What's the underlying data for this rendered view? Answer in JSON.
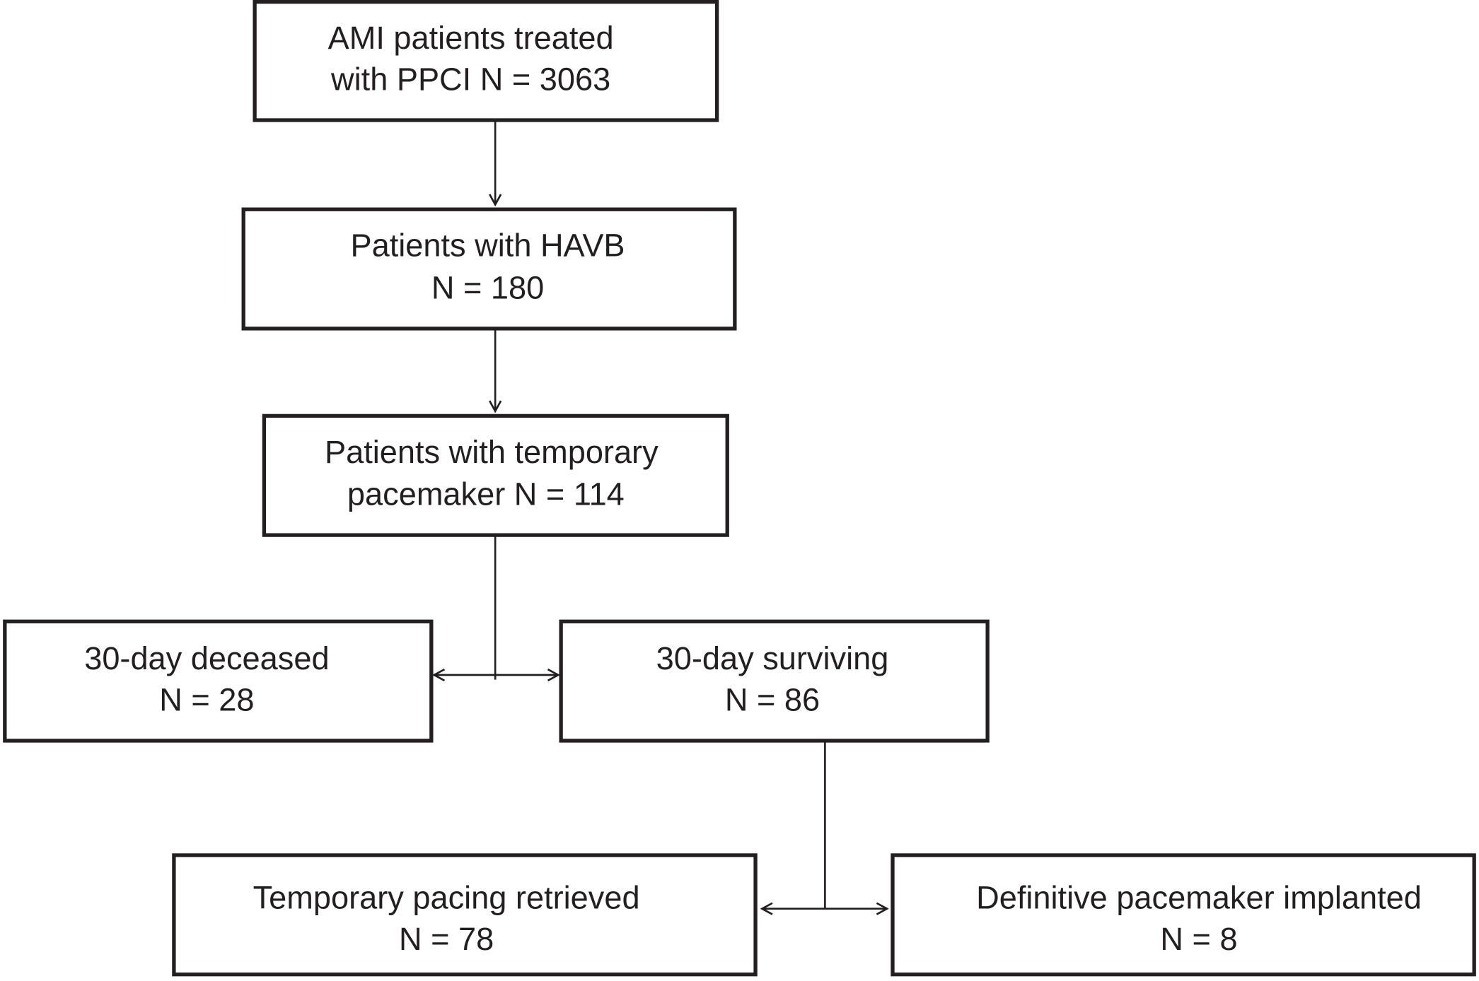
{
  "nodes": [
    {
      "id": "ami",
      "lines": [
        "AMI patients treated",
        "with PPCI N = 3063"
      ]
    },
    {
      "id": "havb",
      "lines": [
        "Patients with HAVB",
        "N = 180"
      ]
    },
    {
      "id": "temp",
      "lines": [
        "Patients with temporary",
        "pacemaker N = 114"
      ]
    },
    {
      "id": "deceased",
      "lines": [
        "30-day deceased",
        "N = 28"
      ]
    },
    {
      "id": "surviving",
      "lines": [
        "30-day surviving",
        "N = 86"
      ]
    },
    {
      "id": "retrieved",
      "lines": [
        "Temporary pacing retrieved",
        "N = 78"
      ]
    },
    {
      "id": "implanted",
      "lines": [
        "Definitive pacemaker implanted",
        "N = 8"
      ]
    }
  ],
  "edges": [
    {
      "from": "ami",
      "to": "havb"
    },
    {
      "from": "havb",
      "to": "temp"
    },
    {
      "from": "temp",
      "to": [
        "deceased",
        "surviving"
      ]
    },
    {
      "from": "surviving",
      "to": [
        "retrieved",
        "implanted"
      ]
    }
  ],
  "colors": {
    "stroke": "#231f20",
    "background": "#ffffff"
  }
}
